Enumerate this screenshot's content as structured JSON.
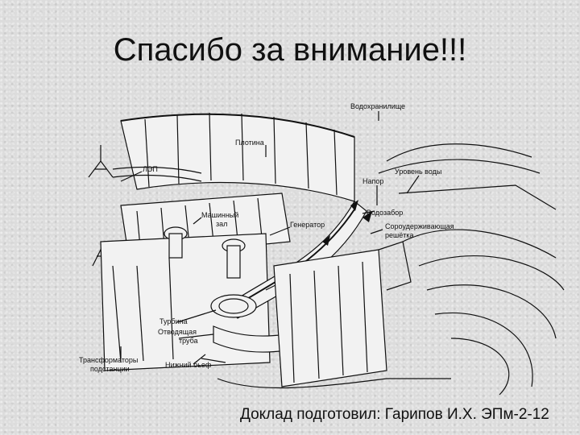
{
  "slide": {
    "title": "Спасибо за внимание!!!",
    "footer": "Доклад подготовил: Гарипов И.Х. ЭПм-2-12"
  },
  "diagram": {
    "labels": {
      "reservoir": "Водохранилище",
      "dam": "Плотина",
      "power_line": "ЛЭП",
      "head": "Напор",
      "water_level": "Уровень воды",
      "machine_hall_1": "Машинный",
      "machine_hall_2": "зал",
      "generator": "Генератор",
      "intake": "Водозабор",
      "trash_rack_1": "Сороудерживающая",
      "trash_rack_2": "решётка",
      "turbine": "Турбина",
      "draft_tube_1": "Отводящая",
      "draft_tube_2": "труба",
      "transformer_1": "Трансформаторы",
      "transformer_2": "подстанции",
      "tailwater": "Нижний бьеф"
    }
  }
}
